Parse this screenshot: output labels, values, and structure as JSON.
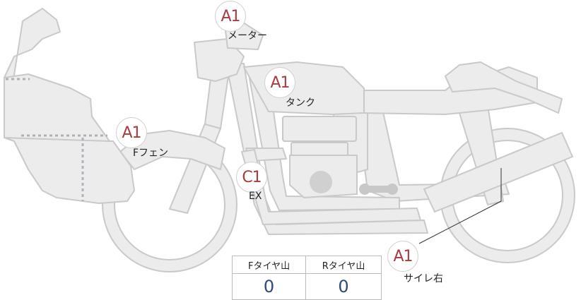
{
  "parts": [
    {
      "id": "meter",
      "code": "A1",
      "label": "メーター"
    },
    {
      "id": "tank",
      "code": "A1",
      "label": "タンク"
    },
    {
      "id": "front_fender",
      "code": "A1",
      "label": "Fフェン"
    },
    {
      "id": "exhaust",
      "code": "C1",
      "label": "EX"
    },
    {
      "id": "muffler_right",
      "code": "A1",
      "label": "サイレ右"
    }
  ],
  "tyre_table": {
    "headers": [
      "Fタイヤ山",
      "Rタイヤ山"
    ],
    "values": [
      "0",
      "0"
    ]
  },
  "colors": {
    "bike_fill": "#ececec",
    "bike_stroke": "#c9c9c9",
    "badge_text": "#a63c3f",
    "value_text": "#2e4a7a",
    "dotted_line": "#b0b0bc"
  }
}
